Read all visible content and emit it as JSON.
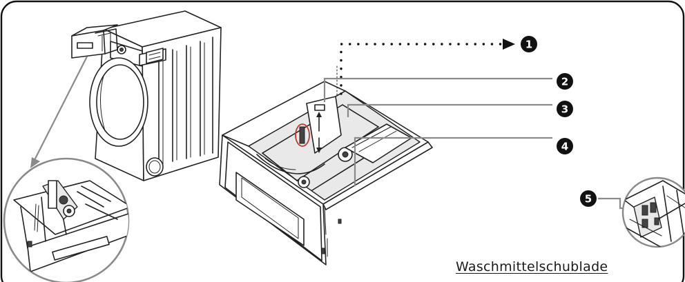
{
  "caption": "Waschmittelschublade",
  "markers": [
    {
      "label": "1"
    },
    {
      "label": "2"
    },
    {
      "label": "3"
    },
    {
      "label": "4"
    },
    {
      "label": "5"
    }
  ],
  "colors": {
    "line": "#222222",
    "leader": "#8a8a8a",
    "highlight": "#c0392b",
    "marker_fill": "#111111"
  }
}
